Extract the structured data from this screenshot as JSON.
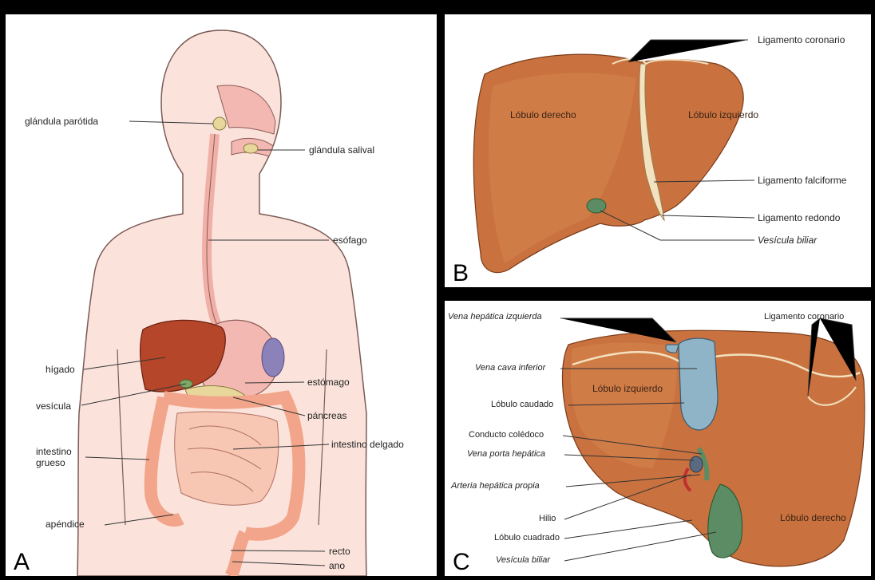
{
  "panel_a": {
    "letter": "A",
    "labels": {
      "parotid": "glándula parótida",
      "salivary": "glándula salival",
      "esophagus": "esófago",
      "liver": "hígado",
      "stomach": "estómago",
      "gallbladder": "vesícula",
      "pancreas": "páncreas",
      "large_intestine": "intestino\ngrueso",
      "small_intestine": "intestino delgado",
      "appendix": "apéndice",
      "rectum": "recto",
      "anus": "ano"
    }
  },
  "panel_b": {
    "letter": "B",
    "labels": {
      "coronary": "Ligamento coronario",
      "right_lobe": "Lóbulo derecho",
      "left_lobe": "Lóbulo izquierdo",
      "falciform": "Ligamento falciforme",
      "round": "Ligamento redondo",
      "gallbladder": "Vesícula biliar"
    }
  },
  "panel_c": {
    "letter": "C",
    "labels": {
      "left_hepatic_vein": "Vena hepática izquierda",
      "coronary": "Ligamento coronario",
      "ivc": "Vena cava inferior",
      "left_lobe": "Lóbulo izquierdo",
      "caudate": "Lóbulo caudado",
      "bile_duct": "Conducto colédoco",
      "portal_vein": "Vena porta hepática",
      "hepatic_artery": "Arteria hepática propia",
      "right_lobe": "Lóbulo derecho",
      "hilum": "Hilio",
      "quadrate": "Lóbulo cuadrado",
      "gallbladder": "Vesícula biliar"
    }
  },
  "colors": {
    "skin": "#fbe3dc",
    "liver": "#c9723f",
    "liver_dark": "#a9552a",
    "hepatic_organ": "#b5462a",
    "stomach": "#f3b8b2",
    "intestine": "#f2a58a",
    "small_intestine": "#f7c7b4",
    "gallbladder": "#5c8c63",
    "vena": "#8fb4c8",
    "ligament": "#f3e2c0"
  }
}
